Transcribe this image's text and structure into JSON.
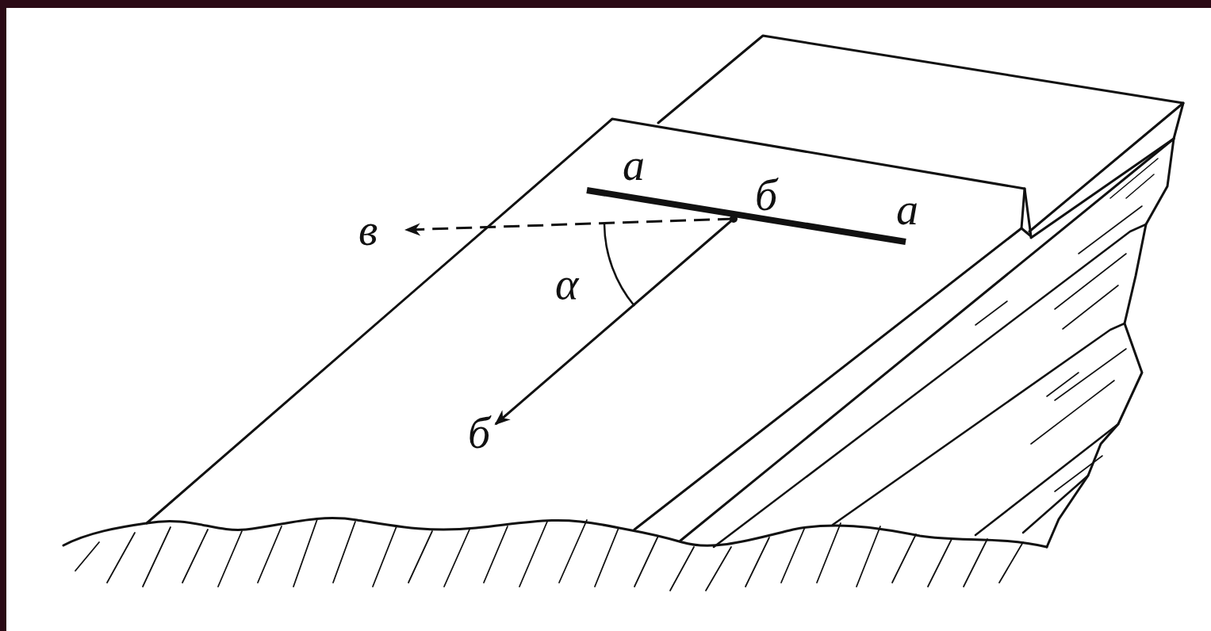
{
  "diagram": {
    "labels": [
      "а",
      "б",
      "а",
      "в",
      "α",
      "б"
    ]
  }
}
